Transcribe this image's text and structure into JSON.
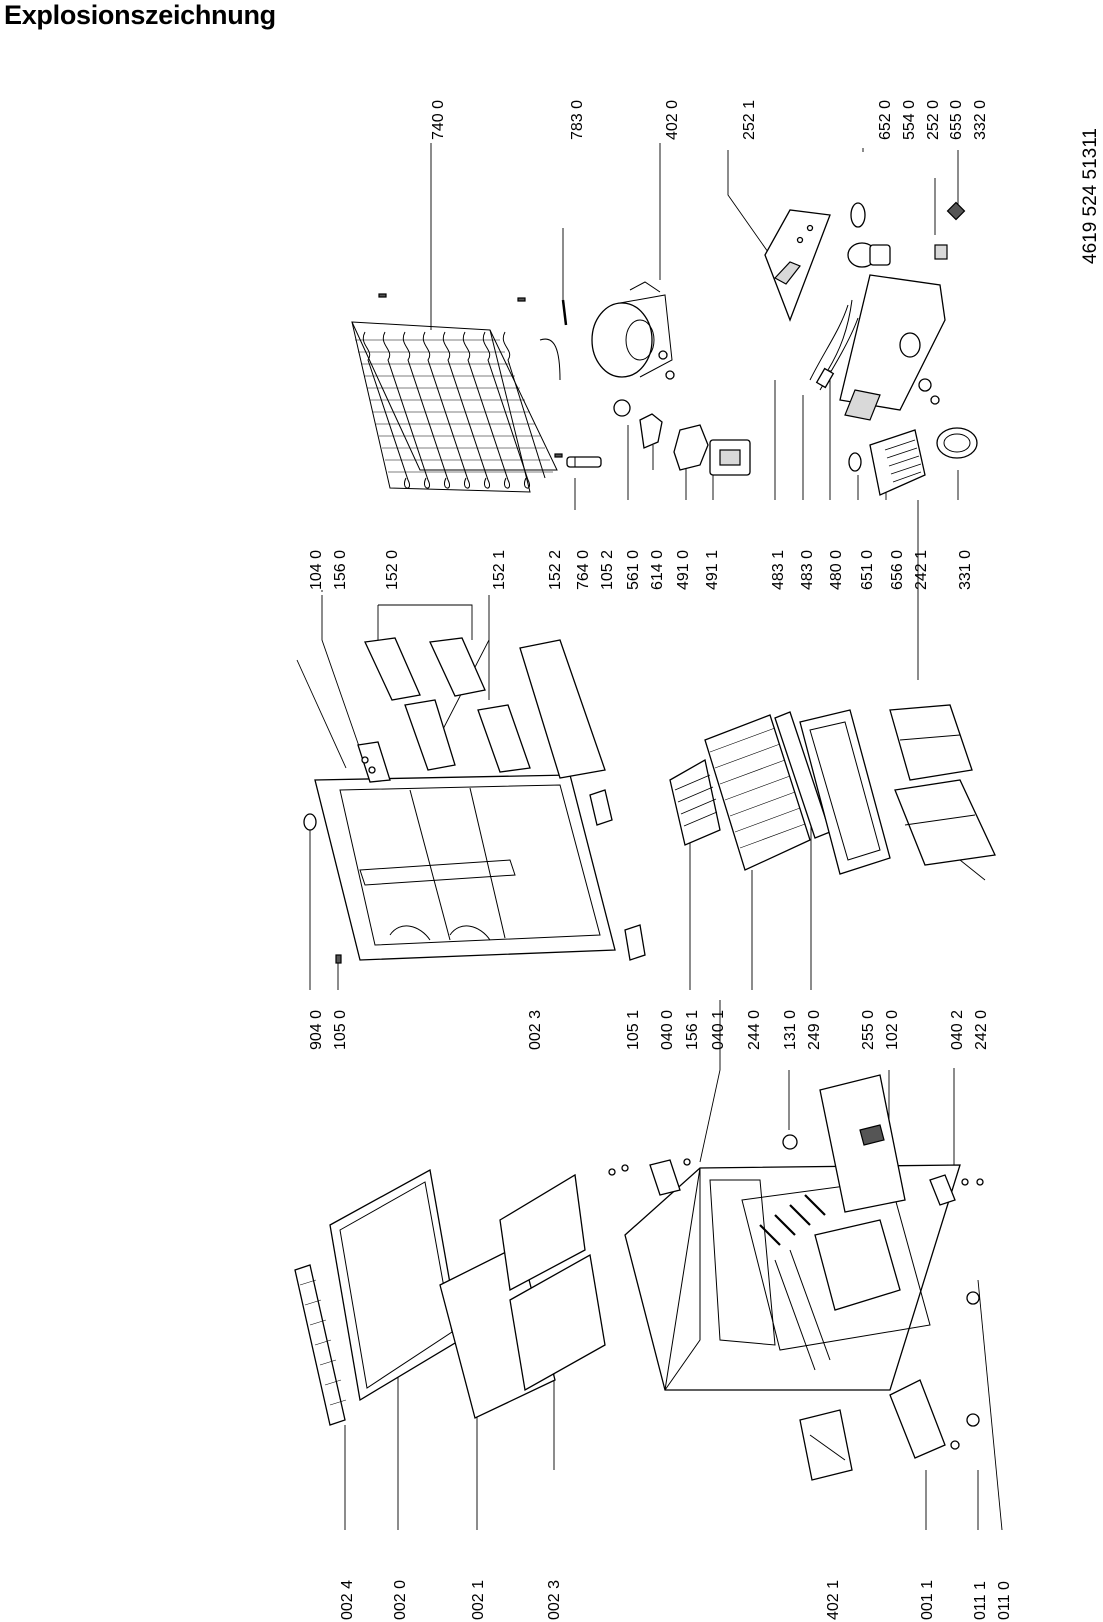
{
  "title": "Explosionszeichnung",
  "document_number": "4619 524 51311",
  "labels": {
    "l7400": "740 0",
    "l7830": "783 0",
    "l4020": "402 0",
    "l2521": "252 1",
    "l6520": "652 0",
    "l5540": "554 0",
    "l2520": "252 0",
    "l6550": "655 0",
    "l3320": "332 0",
    "l1040": "104 0",
    "l1560": "156 0",
    "l1520": "152 0",
    "l1521": "152 1",
    "l1522": "152 2",
    "l7640": "764 0",
    "l1052": "105 2",
    "l5610": "561 0",
    "l6140": "614 0",
    "l4910": "491 0",
    "l4911": "491 1",
    "l4831": "483 1",
    "l4830": "483 0",
    "l4800": "480 0",
    "l6510": "651 0",
    "l6560": "656 0",
    "l2421": "242 1",
    "l3310": "331 0",
    "l9040": "904 0",
    "l1050": "105 0",
    "l0023b": "002 3",
    "l1051": "105 1",
    "l0400": "040 0",
    "l1561": "156 1",
    "l0401": "040 1",
    "l2440": "244 0",
    "l1310": "131 0",
    "l2490": "249 0",
    "l2550": "255 0",
    "l1020": "102 0",
    "l0402": "040 2",
    "l2420": "242 0",
    "l0024": "002 4",
    "l0020": "002 0",
    "l0021": "002 1",
    "l0023": "002 3",
    "l4021": "402 1",
    "l0011": "001 1",
    "l0111": "011 1",
    "l0110": "011 0"
  },
  "icons": [
    "exploded-view-drawing"
  ]
}
